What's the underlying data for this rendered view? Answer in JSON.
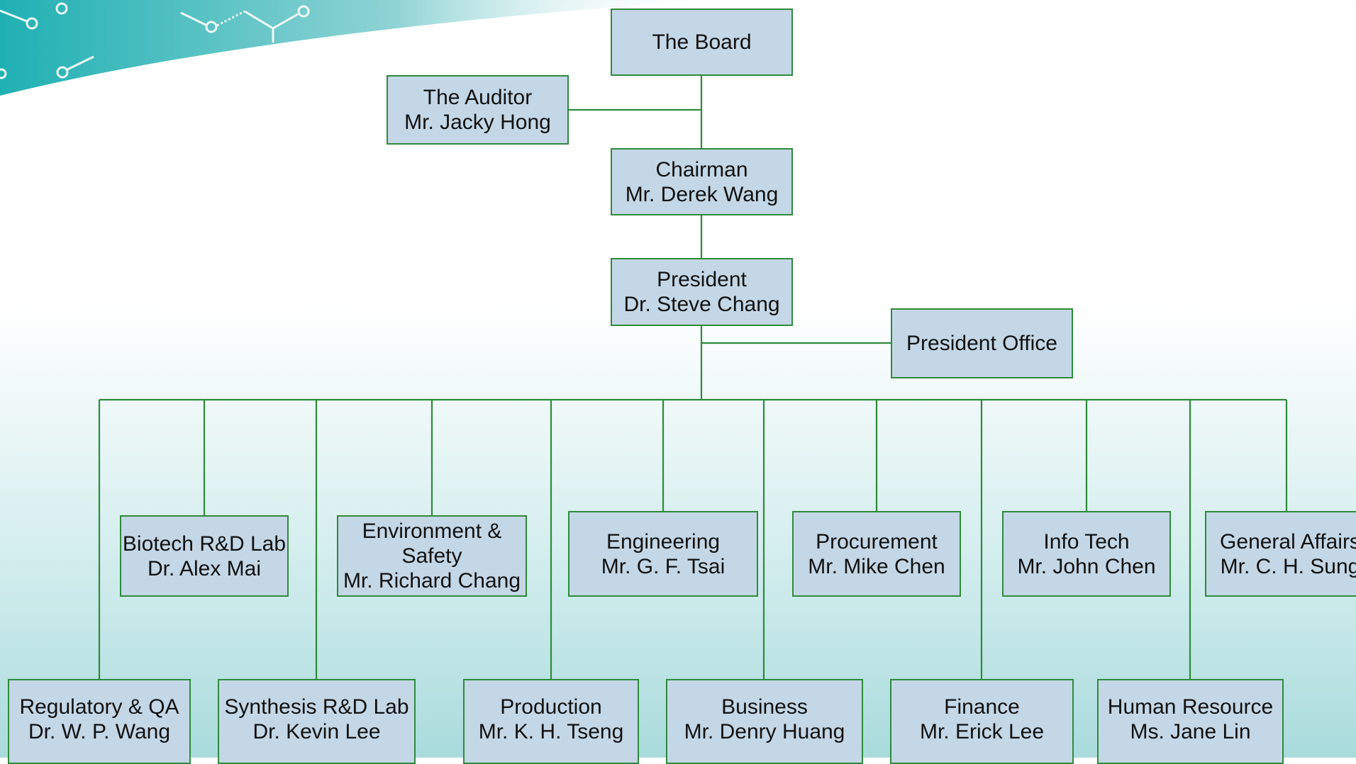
{
  "org_chart": {
    "board": {
      "line1": "The Board"
    },
    "auditor": {
      "line1": "The Auditor",
      "line2": "Mr. Jacky Hong"
    },
    "chairman": {
      "line1": "Chairman",
      "line2": "Mr. Derek Wang"
    },
    "president": {
      "line1": "President",
      "line2": "Dr. Steve Chang"
    },
    "president_office": {
      "line1": "President Office"
    },
    "upper_departments": [
      {
        "line1": "Biotech R&D Lab",
        "line2": "Dr. Alex Mai"
      },
      {
        "line1": "Environment &",
        "line2": "Safety",
        "line3": "Mr. Richard Chang"
      },
      {
        "line1": "Engineering",
        "line2": "Mr. G. F. Tsai"
      },
      {
        "line1": "Procurement",
        "line2": "Mr. Mike Chen"
      },
      {
        "line1": "Info Tech",
        "line2": "Mr. John Chen"
      },
      {
        "line1": "General Affairs",
        "line2": "Mr. C. H. Sung"
      }
    ],
    "lower_departments": [
      {
        "line1": "Regulatory & QA",
        "line2": "Dr. W. P. Wang"
      },
      {
        "line1": "Synthesis R&D Lab",
        "line2": "Dr. Kevin Lee"
      },
      {
        "line1": "Production",
        "line2": "Mr. K. H. Tseng"
      },
      {
        "line1": "Business",
        "line2": "Mr. Denry Huang"
      },
      {
        "line1": "Finance",
        "line2": "Mr. Erick Lee"
      },
      {
        "line1": "Human Resource",
        "line2": "Ms. Jane Lin"
      }
    ]
  },
  "colors": {
    "box_fill": "#c4d7e6",
    "box_border": "#2e8b3a",
    "connector": "#2e8b3a",
    "header_teal": "#2ab5b8"
  }
}
